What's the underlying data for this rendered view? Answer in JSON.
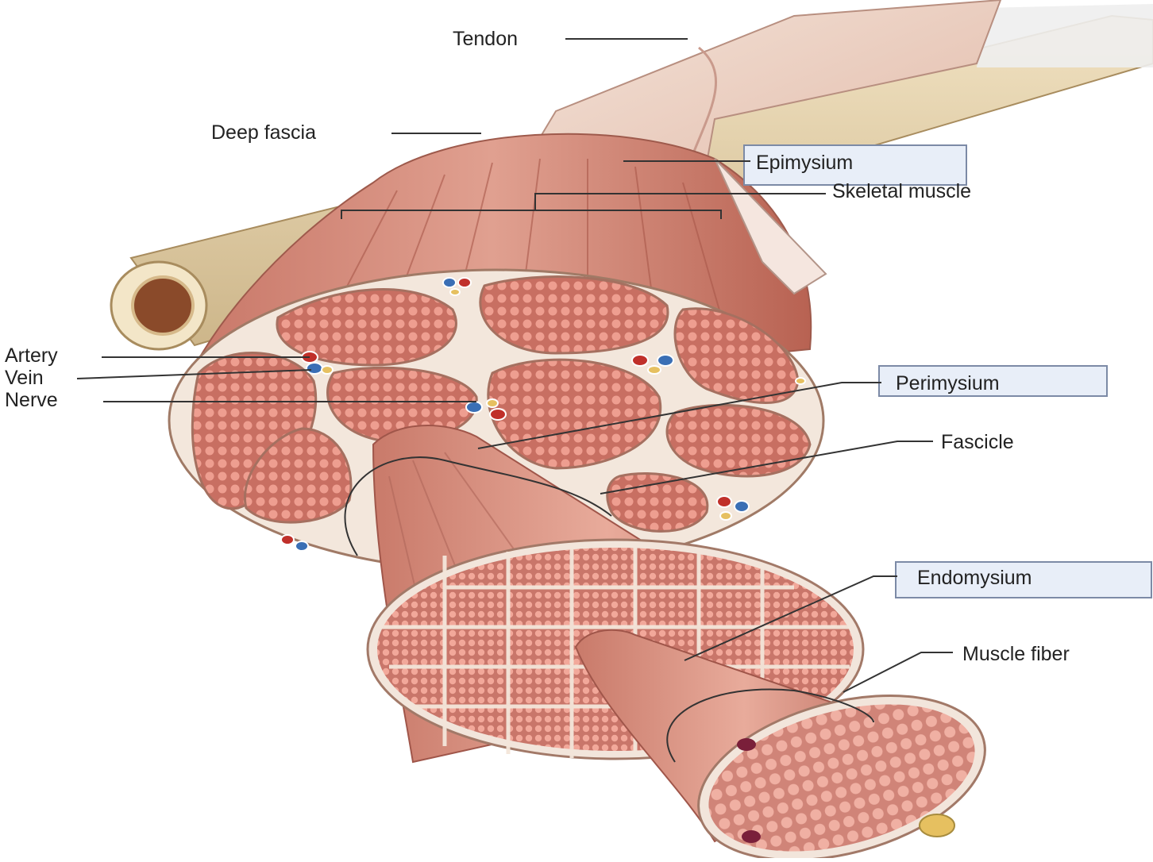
{
  "labels": {
    "tendon": "Tendon",
    "deep_fascia": "Deep fascia",
    "epimysium": "Epimysium",
    "skeletal_muscle": "Skeletal muscle",
    "artery": "Artery",
    "vein": "Vein",
    "nerve": "Nerve",
    "perimysium": "Perimysium",
    "fascicle": "Fascicle",
    "endomysium": "Endomysium",
    "muscle_fiber": "Muscle fiber"
  },
  "colors": {
    "muscle": "#d98a7a",
    "muscle_dark": "#b8604f",
    "connective": "#f4e6da",
    "bone": "#e8d5b0",
    "marrow": "#8a4a2a",
    "fiber_dot": "#e3968a",
    "artery": "#c0302a",
    "vein": "#3a6fb5",
    "nerve": "#e6c060",
    "label_box": "#e8eef8"
  }
}
